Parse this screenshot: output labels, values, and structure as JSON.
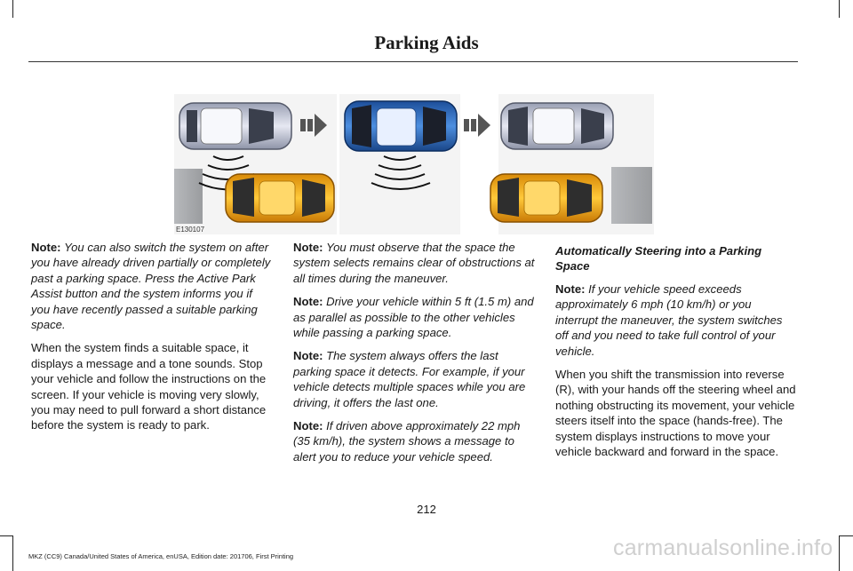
{
  "header": {
    "title": "Parking Aids"
  },
  "figure": {
    "id": "E130107"
  },
  "column1": {
    "note1_label": "Note:",
    "note1_text": "You can also switch the system on after you have already driven partially or completely past a parking space. Press the Active Park Assist button and the system informs you if you have recently passed a suitable parking space.",
    "para1": "When the system finds a suitable space, it displays a message and a tone sounds. Stop your vehicle and follow the instructions on the screen. If your vehicle is moving very slowly, you may need to pull forward a short distance before the system is ready to park."
  },
  "column2": {
    "note2_label": "Note:",
    "note2_text": "You must observe that the space the system selects remains clear of obstructions at all times during the maneuver.",
    "note3_label": "Note:",
    "note3_text": "Drive your vehicle within 5 ft (1.5 m) and as parallel as possible to the other vehicles while passing a parking space.",
    "note4_label": "Note:",
    "note4_text": "The system always offers the last parking space it detects. For example, if your vehicle detects multiple spaces while you are driving, it offers the last one.",
    "note5_label": "Note:",
    "note5_text": "If driven above approximately 22 mph (35 km/h), the system shows a message to alert you to reduce your vehicle speed."
  },
  "column3": {
    "heading": "Automatically Steering into a Parking Space",
    "note6_label": "Note:",
    "note6_text": "If your vehicle speed exceeds approximately 6 mph (10 km/h) or you interrupt the maneuver, the system switches off and you need to take full control of your vehicle.",
    "para2": "When you shift the transmission into reverse (R), with your hands off the steering wheel and nothing obstructing its movement, your vehicle steers itself into the space (hands-free). The system displays instructions to move your vehicle backward and forward in the space."
  },
  "page_number": "212",
  "footer": "MKZ (CC9) Canada/United States of America, enUSA, Edition date: 201706, First Printing",
  "watermark": "carmanualsonline.info"
}
